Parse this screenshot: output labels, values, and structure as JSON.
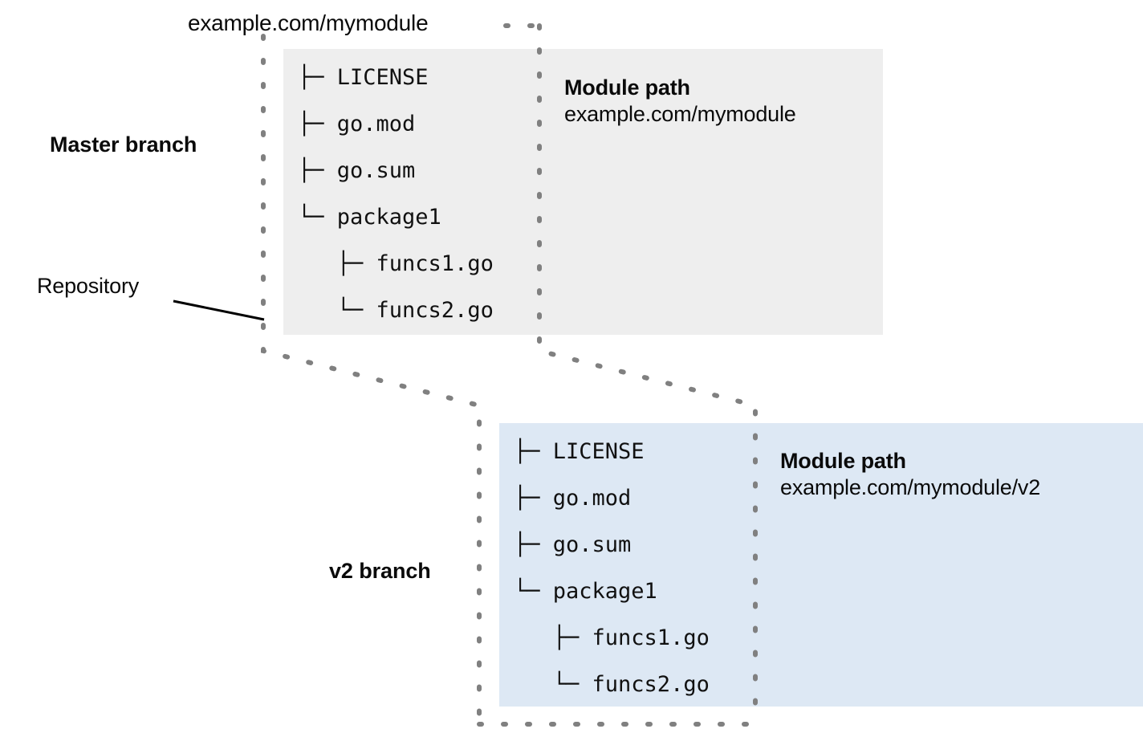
{
  "diagram": {
    "title_label": "example.com/mymodule",
    "repository_label": "Repository",
    "colors": {
      "master_panel_bg": "#eeeeee",
      "v2_panel_bg": "#dde8f4",
      "outline_dotted": "#808080",
      "leader_line": "#000000",
      "text": "#0a0a0a"
    },
    "branches": [
      {
        "id": "master",
        "branch_label": "Master branch",
        "panel_color": "#eeeeee",
        "module_path_title": "Module path",
        "module_path_value": "example.com/mymodule",
        "tree_lines": [
          "├─ LICENSE",
          "├─ go.mod",
          "├─ go.sum",
          "└─ package1",
          "   ├─ funcs1.go",
          "   └─ funcs2.go"
        ],
        "tree_text": "├─ LICENSE\n├─ go.mod\n├─ go.sum\n└─ package1\n   ├─ funcs1.go\n   └─ funcs2.go"
      },
      {
        "id": "v2",
        "branch_label": "v2 branch",
        "panel_color": "#dde8f4",
        "module_path_title": "Module path",
        "module_path_value": "example.com/mymodule/v2",
        "tree_lines": [
          "├─ LICENSE",
          "├─ go.mod",
          "├─ go.sum",
          "└─ package1",
          "   ├─ funcs1.go",
          "   └─ funcs2.go"
        ],
        "tree_text": "├─ LICENSE\n├─ go.mod\n├─ go.sum\n└─ package1\n   ├─ funcs1.go\n   └─ funcs2.go"
      }
    ]
  }
}
